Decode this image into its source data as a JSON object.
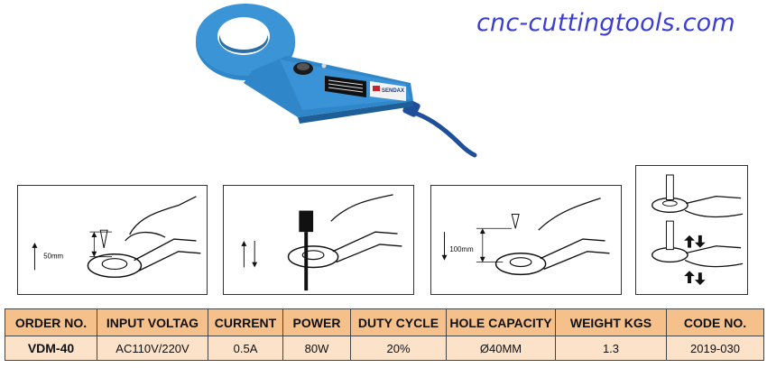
{
  "brand": {
    "watermark": "cnc-cuttingtools.com"
  },
  "product": {
    "label_brand": "SENDAX",
    "body_color": "#2f86c9",
    "image_name": "magnetic-chip-lifter"
  },
  "steps": [
    {
      "measure": "50mm"
    },
    {
      "measure": ""
    },
    {
      "measure": "100mm"
    },
    {
      "measure": ""
    }
  ],
  "spec_table": {
    "headers": [
      "ORDER NO.",
      "INPUT VOLTAG",
      "CURRENT",
      "POWER",
      "DUTY CYCLE",
      "HOLE CAPACITY",
      "WEIGHT  KGS",
      "CODE NO."
    ],
    "rows": [
      [
        "VDM-40",
        "AC110V/220V",
        "0.5A",
        "80W",
        "20%",
        "Ø40MM",
        "1.3",
        "2019-030"
      ]
    ],
    "header_color": "#f6c08b",
    "row_color": "#fbe2c9"
  }
}
